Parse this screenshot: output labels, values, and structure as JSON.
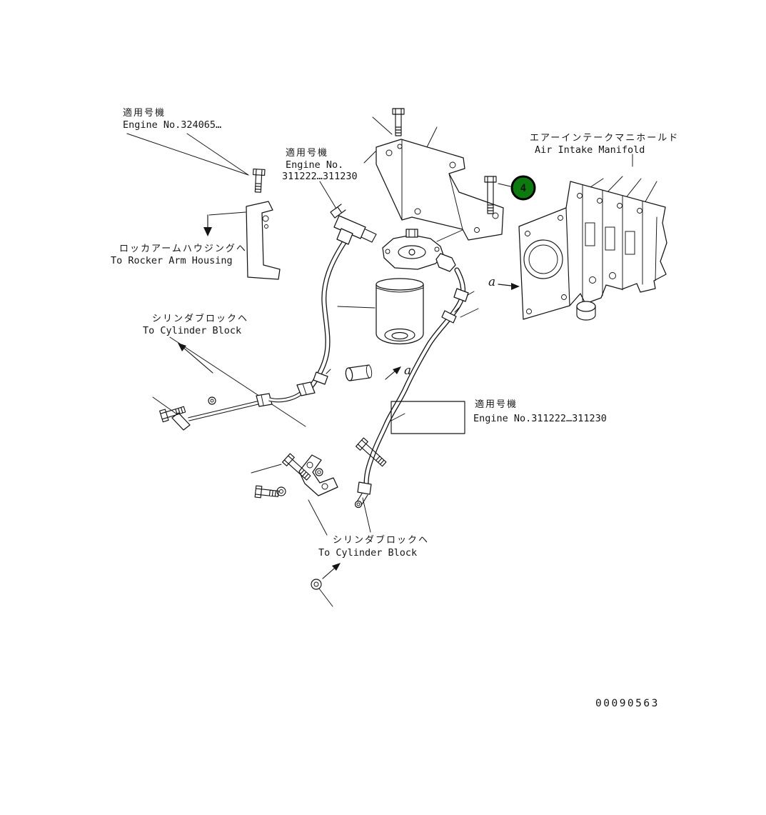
{
  "colors": {
    "line": "#141414",
    "callout_fill": "#0c7a0f",
    "callout_stroke": "#000000",
    "callout_text": "#ffffff"
  },
  "callouts": {
    "item_4": "4"
  },
  "view_labels": {
    "section_a_manifold": "a",
    "section_a_hose": "a"
  },
  "labels": {
    "applicability_top_left": {
      "jp": "適用号機",
      "en": "Engine No.324065…"
    },
    "applicability_bracket": {
      "jp": "適用号機",
      "en_line1": "Engine No.",
      "en_line2": "311222…311230"
    },
    "air_intake_manifold": {
      "jp": "エアーインテークマニホールド",
      "en": "Air Intake Manifold"
    },
    "to_rocker_arm_housing": {
      "jp": "ロッカアームハウジングヘ",
      "en": "To Rocker Arm Housing"
    },
    "to_cylinder_block_left": {
      "jp": "シリンダブロックヘ",
      "en": "To Cylinder Block"
    },
    "applicability_hose": {
      "jp": "適用号機",
      "en": "Engine No.311222…311230"
    },
    "to_cylinder_block_bottom": {
      "jp": "シリンダブロックヘ",
      "en": "To Cylinder Block"
    }
  },
  "footer": {
    "doc_number": "00090563"
  }
}
